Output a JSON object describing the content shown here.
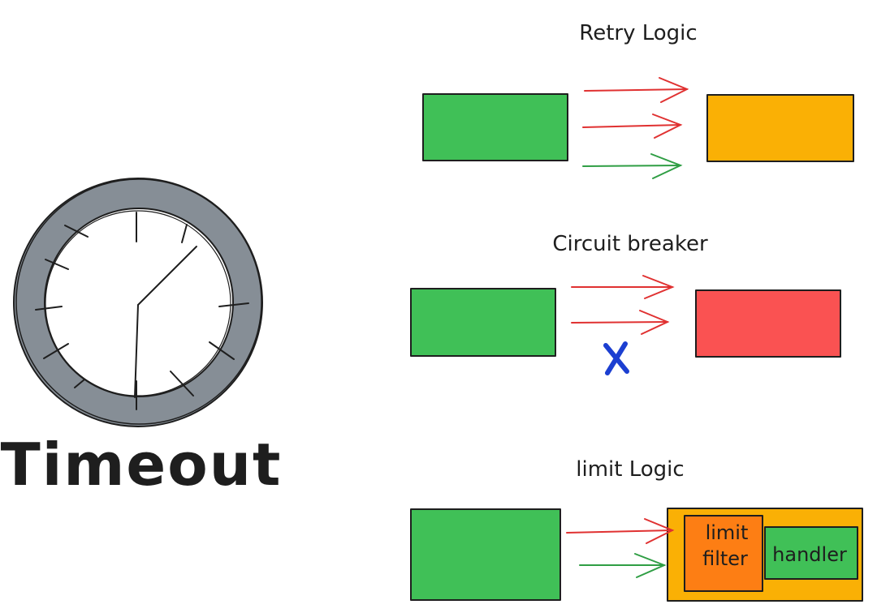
{
  "colors": {
    "ink": "#1e1e1e",
    "green": "#40c057",
    "yellow": "#fab005",
    "red": "#fa5252",
    "orange": "#fd7e14",
    "arrow_red": "#e03131",
    "arrow_green": "#2f9e44",
    "cross_blue": "#1c3fd1",
    "clock_ring": "#868e96"
  },
  "timeout": {
    "label": "Timeout",
    "icon": "clock-icon"
  },
  "retry": {
    "title": "Retry Logic",
    "arrows": [
      "red",
      "red",
      "green"
    ]
  },
  "breaker": {
    "title": "Circuit breaker",
    "arrows": [
      "red",
      "red"
    ],
    "blocked_marker": "x"
  },
  "limit": {
    "title": "limit Logic",
    "filter_line1": "limit",
    "filter_line2": "filter",
    "handler_label": "handler",
    "arrows": [
      "red",
      "green"
    ]
  }
}
